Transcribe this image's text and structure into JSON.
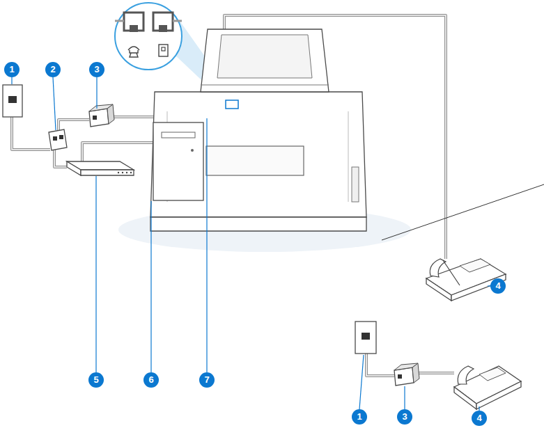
{
  "diagram": {
    "labels": [
      "1",
      "2",
      "3",
      "4",
      "5",
      "6",
      "7",
      "1",
      "3",
      "4"
    ]
  }
}
